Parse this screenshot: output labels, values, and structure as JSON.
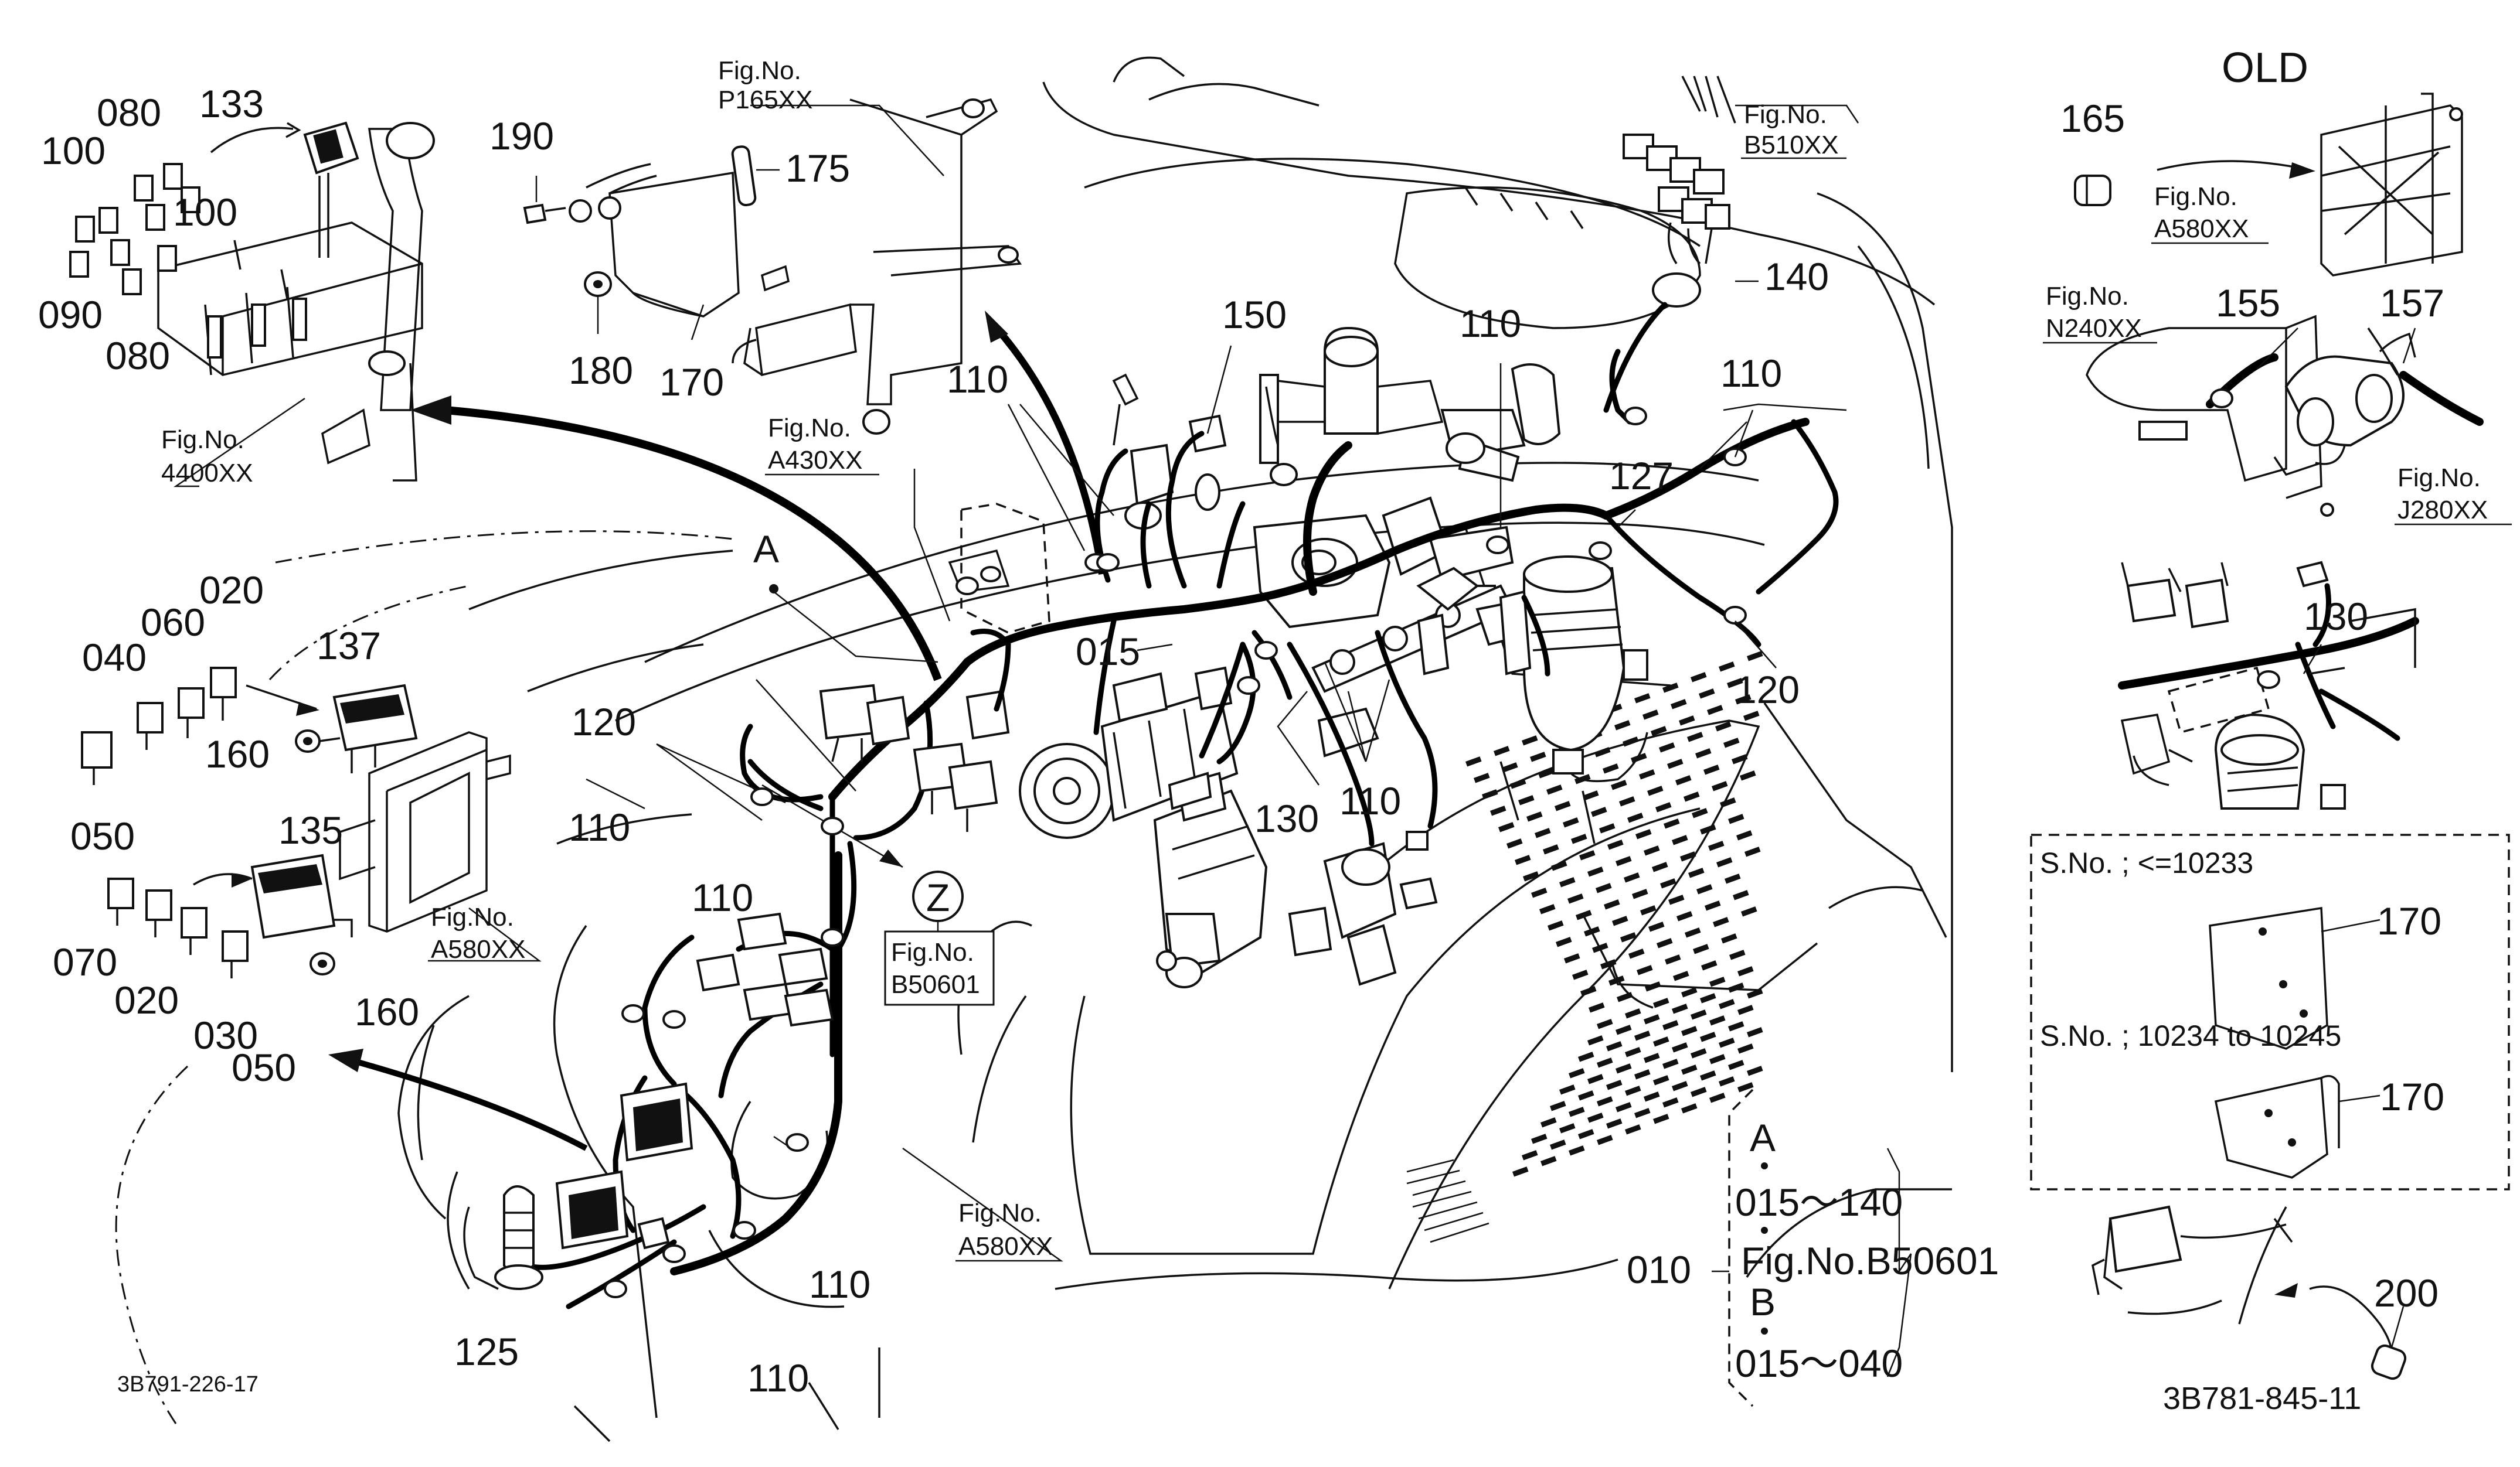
{
  "header": {
    "old_label": "OLD"
  },
  "drawing_numbers": {
    "left": "3B791-226-17",
    "right": "3B781-845-11"
  },
  "figure_refs": {
    "p165": [
      "Fig.No.",
      "P165XX"
    ],
    "b510": [
      "Fig.No.",
      "B510XX"
    ],
    "a580_top": [
      "Fig.No.",
      "A580XX"
    ],
    "n240": [
      "Fig.No.",
      "N240XX"
    ],
    "j280": [
      "Fig.No.",
      "J280XX"
    ],
    "a430": [
      "Fig.No.",
      "A430XX"
    ],
    "x4400": [
      "Fig.No.",
      "4400XX"
    ],
    "a580_left": [
      "Fig.No.",
      "A580XX"
    ],
    "b50601": [
      "Fig.No.",
      "B50601"
    ],
    "a580_bottom": [
      "Fig.No.",
      "A580XX"
    ]
  },
  "parts": {
    "p080a": "080",
    "p133": "133",
    "p100a": "100",
    "p100b": "100",
    "p090": "090",
    "p080b": "080",
    "p190": "190",
    "p175": "175",
    "p180": "180",
    "p170": "170",
    "p150": "150",
    "p110a": "110",
    "p110b": "110",
    "p110c": "110",
    "p140": "140",
    "p127": "127",
    "p120a": "120",
    "p015": "015",
    "p130": "130",
    "p110d": "110",
    "p165": "165",
    "p155": "155",
    "p157": "157",
    "p130b": "130",
    "p020a": "020",
    "p060": "060",
    "p040": "040",
    "p137": "137",
    "p160a": "160",
    "p050a": "050",
    "p135": "135",
    "p070": "070",
    "p020b": "020",
    "p030": "030",
    "p050b": "050",
    "p160b": "160",
    "p120b": "120",
    "p110e": "110",
    "p110f": "110",
    "p110g": "110",
    "p125": "125",
    "p110h": "110",
    "p170b": "170",
    "p170c": "170",
    "p200": "200"
  },
  "callouts": {
    "a": "A",
    "z": "Z"
  },
  "serial_notes": {
    "first": "S.No. ; <=10233",
    "second": "S.No. ; 10234 to 10245"
  },
  "legend": {
    "code": "010",
    "a_label": "A",
    "a_range": "015～140",
    "fig_ref": "Fig.No.B50601",
    "b_label": "B",
    "b_range": "015～040"
  },
  "icons": [
    "fuse-icon",
    "relay-icon",
    "connector-icon",
    "bracket-icon",
    "clamp-icon",
    "bolt-icon",
    "cap-icon",
    "sensor-icon"
  ]
}
